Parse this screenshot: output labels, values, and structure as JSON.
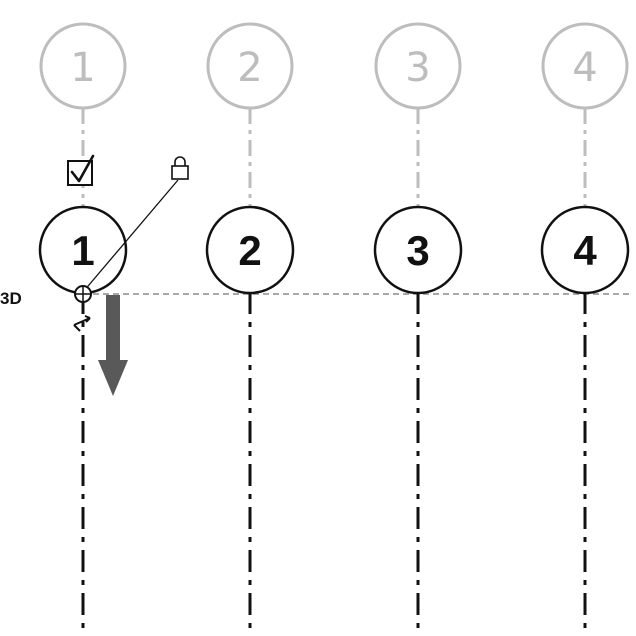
{
  "ghost_grid_labels": [
    "1",
    "2",
    "3",
    "4"
  ],
  "grid_labels": [
    "1",
    "2",
    "3",
    "4"
  ],
  "extent_mode_label": "3D",
  "icons": {
    "visibility_checkbox": "checkbox-checked-icon",
    "pin": "lock-icon",
    "drag_end": "drag-arrow-icon",
    "toggle_leader": "elbow-toggle-icon"
  },
  "colors": {
    "ghost": "#bdbdbd",
    "line": "#111111",
    "arrow": "#595959",
    "dim": "#8c8c8c"
  }
}
